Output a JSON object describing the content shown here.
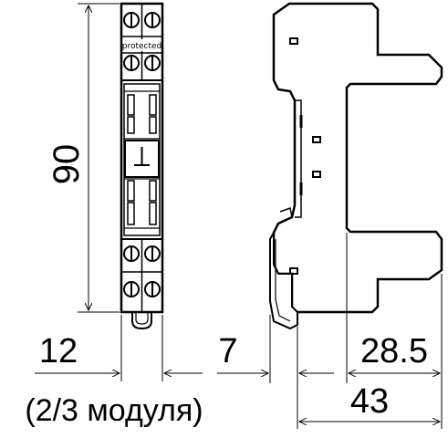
{
  "front_view": {
    "label_protected": "protected",
    "dim_height": "90",
    "dim_width": "12",
    "width_note": "(2/3 модуля)"
  },
  "side_view": {
    "dim_depth_front": "7",
    "dim_depth_rail": "28.5",
    "dim_depth_total": "43"
  }
}
